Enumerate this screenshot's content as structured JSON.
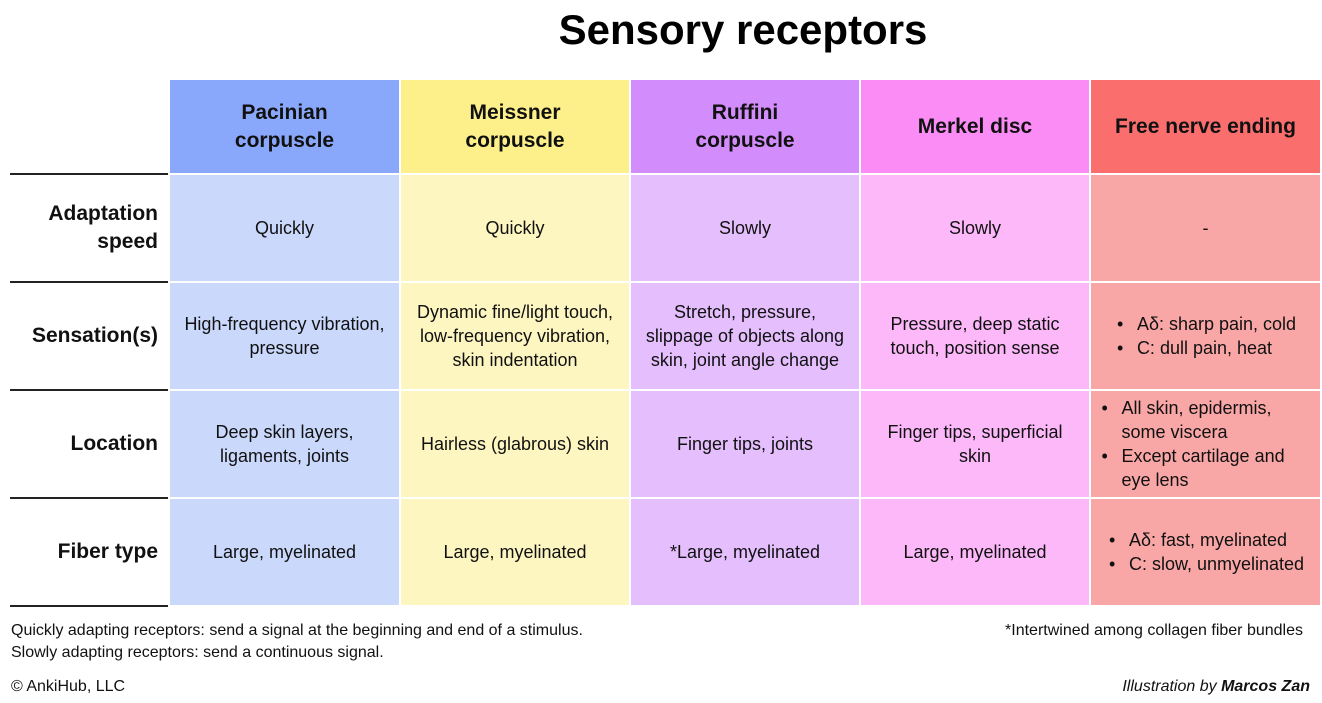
{
  "title": "Sensory receptors",
  "columns": [
    {
      "name": "Pacinian corpuscle",
      "header_lines": [
        "Pacinian",
        "corpuscle"
      ],
      "header_color": "#8aa8fb",
      "body_color": "#cad8fc"
    },
    {
      "name": "Meissner corpuscle",
      "header_lines": [
        "Meissner",
        "corpuscle"
      ],
      "header_color": "#fdf08a",
      "body_color": "#fdf6c0"
    },
    {
      "name": "Ruffini corpuscle",
      "header_lines": [
        "Ruffini",
        "corpuscle"
      ],
      "header_color": "#d38cfb",
      "body_color": "#e4befd"
    },
    {
      "name": "Merkel disc",
      "header_lines": [
        "Merkel disc"
      ],
      "header_color": "#fb8cf6",
      "body_color": "#fcb8f9"
    },
    {
      "name": "Free nerve ending",
      "header_lines": [
        "Free nerve ending"
      ],
      "header_color": "#fb6e6e",
      "body_color": "#f9a6a6"
    }
  ],
  "rows": [
    {
      "label_lines": [
        "Adaptation",
        "speed"
      ],
      "cells": [
        {
          "text": "Quickly"
        },
        {
          "text": "Quickly"
        },
        {
          "text": "Slowly"
        },
        {
          "text": "Slowly"
        },
        {
          "text": "-"
        }
      ]
    },
    {
      "label_lines": [
        "Sensation(s)"
      ],
      "cells": [
        {
          "text": "High-frequency vibration, pressure"
        },
        {
          "text": "Dynamic fine/light touch, low-frequency vibration, skin indentation"
        },
        {
          "text": "Stretch, pressure, slippage of objects along skin, joint angle change"
        },
        {
          "text": "Pressure, deep static touch, position sense"
        },
        {
          "bullets": [
            "Aδ: sharp pain, cold",
            "C: dull pain, heat"
          ]
        }
      ]
    },
    {
      "label_lines": [
        "Location"
      ],
      "cells": [
        {
          "text": "Deep skin layers, ligaments, joints"
        },
        {
          "text": "Hairless (glabrous) skin"
        },
        {
          "text": "Finger tips, joints"
        },
        {
          "text": "Finger tips, superficial skin"
        },
        {
          "bullets": [
            "All skin, epidermis, some viscera",
            "Except cartilage and eye lens"
          ]
        }
      ]
    },
    {
      "label_lines": [
        "Fiber type"
      ],
      "cells": [
        {
          "text": "Large, myelinated"
        },
        {
          "text": "Large, myelinated"
        },
        {
          "text": "*Large, myelinated"
        },
        {
          "text": "Large, myelinated"
        },
        {
          "bullets": [
            "Aδ: fast, myelinated",
            "C: slow, unmyelinated"
          ]
        }
      ]
    }
  ],
  "footer": {
    "note_quick": "Quickly adapting receptors: send a signal at the beginning and end of a stimulus.",
    "note_slow": "Slowly adapting receptors: send a continuous signal.",
    "footnote": "*Intertwined among collagen fiber bundles",
    "copyright": "© AnkiHub, LLC",
    "credit_prefix": "Illustration by ",
    "credit_author": "Marcos Zan"
  }
}
